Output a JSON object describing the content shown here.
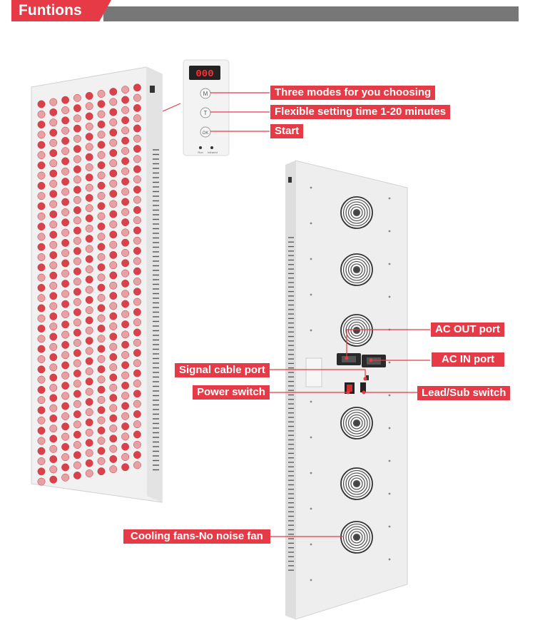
{
  "header": {
    "title": "Funtions"
  },
  "controller": {
    "display": "000",
    "buttons": [
      "M",
      "T",
      "OK"
    ],
    "indicators": [
      "Run",
      "Infrared"
    ]
  },
  "labels": {
    "modes": "Three modes for you choosing",
    "time": "Flexible setting time 1-20 minutes",
    "start": "Start",
    "ac_out": "AC OUT port",
    "ac_in": "AC IN port",
    "signal": "Signal cable port",
    "power": "Power switch",
    "lead_sub": "Lead/Sub switch",
    "fans": "Cooling fans-No noise fan"
  },
  "colors": {
    "accent": "#e63b46",
    "header_bar": "#777777",
    "led": "#d9424a",
    "panel": "#eeeeee"
  }
}
